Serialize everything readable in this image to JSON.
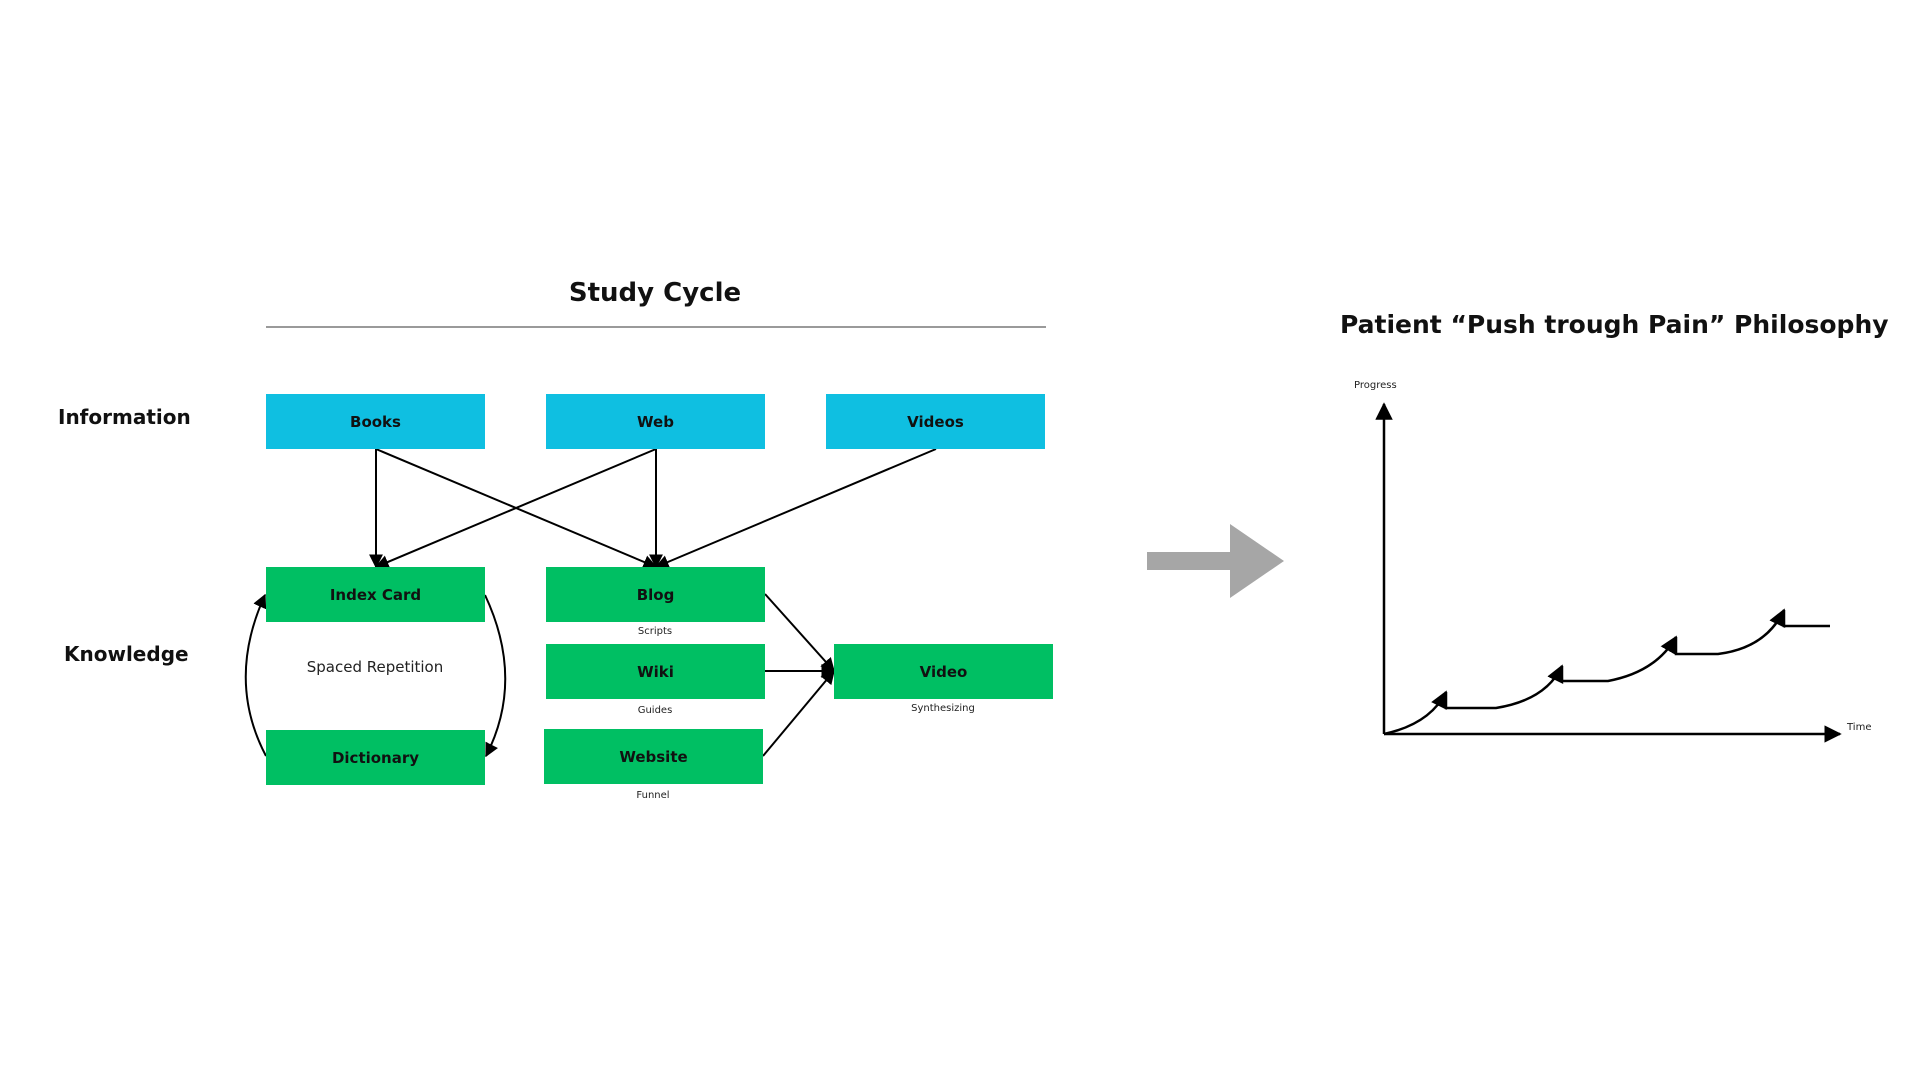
{
  "study_cycle": {
    "title": "Study Cycle",
    "rows": {
      "information": "Information",
      "knowledge": "Knowledge"
    },
    "information_nodes": {
      "books": "Books",
      "web": "Web",
      "videos": "Videos"
    },
    "knowledge_nodes": {
      "index_card": "Index Card",
      "dictionary": "Dictionary",
      "blog": "Blog",
      "wiki": "Wiki",
      "website": "Website",
      "video": "Video"
    },
    "captions": {
      "spaced_repetition": "Spaced Repetition",
      "scripts": "Scripts",
      "guides": "Guides",
      "funnel": "Funnel",
      "synthesizing": "Synthesizing"
    },
    "colors": {
      "information": "#0fbfe1",
      "knowledge": "#00bf63",
      "connector_arrow": "#a6a6a6"
    }
  },
  "philosophy": {
    "title": "Patient “Push trough Pain” Philosophy",
    "y_axis": "Progress",
    "x_axis": "Time"
  }
}
